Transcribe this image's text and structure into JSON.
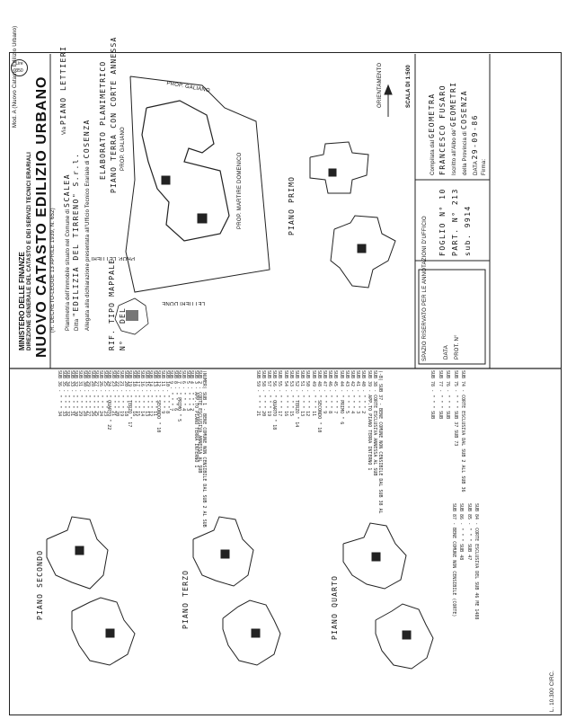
{
  "header": {
    "top_note": "Mod. A (Nuovo Catasto Edilizio Urbano)",
    "lire": "Lire 350",
    "ministry": "MINISTERO DELLE FINANZE",
    "direction": "DIREZIONE GENERALE DEL CATASTO E DEI SERVIZI TECNICI ERARIALI",
    "title": "NUOVO CATASTO EDILIZIO URBANO",
    "law_note": "(R. DECRETO-LEGGE 13 APRILE 1939, N. 652)",
    "via_label": "Via",
    "via_value": "PIANO LETTIERI",
    "plan_label": "Planimetria dell'immobile situato nel Comune di",
    "comune_value": "SCALEA",
    "ditta_label": "Ditta",
    "ditta_value": "\"EDILIZIA DEL TIRRENO\" S.r.l.",
    "allegata_label": "Allegata alla dichiarazione presentata all'Ufficio Tecnico Erariale di",
    "ufficio_value": "COSENZA"
  },
  "rif": {
    "line1": "RIF. TIPO MAPPALE",
    "line2": "N°",
    "line3": "DEL"
  },
  "elaborato": {
    "title": "ELABORATO PLANIMETRICO",
    "subtitle": "PIANO TERRA CON CORTE ANNESSA",
    "prop_galiano": "PROP. GALIANO",
    "prop_galiano_top": "PROP. GALIANO",
    "prop_martire": "PROP. MARTIRE DOMENICO",
    "prop_lettieri": "PROP. LETTIERI",
    "prop_lettieri_bottom": "LETTIERI DONE"
  },
  "orientamento": {
    "label": "ORIENTAMENTO",
    "scale": "SCALA DI 1:500"
  },
  "compilata": {
    "line1_label": "Compilata dal",
    "line1_value": "GEOMETRA",
    "line2_value": "FRANCESCO FUSARO",
    "line3_label": "Iscritto all'Albo de'",
    "line3_value": "GEOMETRI",
    "line4_label": "della Provincia di",
    "line4_value": "COSENZA",
    "line5_label": "DATA",
    "line5_value": "29-09-86",
    "line6_label": "Firma:"
  },
  "ufficio": {
    "title": "SPAZIO RISERVATO PER LE ANNOTAZIONI D'UFFICIO",
    "foglio": "FOGLIO N° 10",
    "part": "PART. N° 213",
    "sub": "sub. 9914",
    "data_label": "DATA",
    "prot_label": "PROT. N°"
  },
  "floors": {
    "primo": "PIANO PRIMO",
    "secondo": "PIANO SECONDO",
    "terzo": "PIANO TERZO",
    "quarto": "PIANO QUARTO"
  },
  "legend": {
    "block1": [
      "(NUMER) SUB 1 - BENE COMUNE NON CENSIBILE DAL SUB 2 AL SUB",
      "SUB 2 - CORTE ESCLUSIVA ANNESSA AL SUB",
      "SUB 3 - APP.TO PIANO TERRA INTERNO 1",
      "SUB 4 -   \"       \"       \"     2",
      "SUB 5 -   \"       \"       \"     3",
      "SUB 6 -   \"       \"       \"     4",
      "SUB 7 -   \"     PRIMO    \"     5",
      "SUB 8 -   \"       \"       \"     6",
      "SUB 9 -   \"       \"       \"     7",
      "SUB 10 -  \"       \"       \"     8",
      "SUB 11 -  \"       \"       \"     9",
      "SUB 12 -  \"     SECONDO  \"     10",
      "SUB 13 -  \"       \"       \"     11",
      "SUB 14 -  \"       \"       \"     12",
      "SUB 15 -  \"       \"       \"     13",
      "SUB 16 -  \"       \"       \"     14",
      "SUB 17 -  \"       \"       \"     15",
      "SUB 18 -  \"       \"       \"     16",
      "SUB 19 -  \"     TERZO    \"     17",
      "SUB 20 -  \"       \"       \"     18",
      "SUB 21 -  \"       \"       \"     19",
      "SUB 22 -  \"       \"       \"     20",
      "SUB 23 -  \"       \"       \"     21",
      "SUB 24 -  \"     QUARTO   \"     22",
      "SUB 25 -  \"       \"       \"     23",
      "SUB 26 -  \"       \"       \"     24",
      "SUB 27 -  \"       \"       \"     25",
      "SUB 28 -  \"       \"       \"     26",
      "SUB 29 -  \"       \"       \"     27",
      "SUB 30 -  \"       \"       \"     28",
      "SUB 31 -  \"       \"       \"     29",
      "SUB 32 -  \"       \"       \"     30",
      "SUB 33 -  \"       \"       \"     31",
      "SUB 34 -  \"       \"       \"     32",
      "SUB 35 -  \"       \"       \"     33",
      "SUB 36 -  \"       \"       \"     34"
    ],
    "block2": [
      "(-B) SUB 37 - BENE COMUNE NON CENSIBILE DAL SUB 38 AL",
      "SUB 38 - CORTE ESCLUSIVA ANNESSA AL SUB",
      "SUB 39 - APP.TO PIANO TERRA INTERNO 1",
      "SUB 40 -  \"       \"       \"     2",
      "SUB 41 -  \"       \"       \"     3",
      "SUB 42 -  \"       \"       \"     4",
      "SUB 43 -  \"       \"       \"     5",
      "SUB 44 -  \"     PRIMO    \"     6",
      "SUB 45 -  \"       \"       \"     7",
      "SUB 46 -  \"       \"       \"     8",
      "SUB 47 -  \"       \"       \"     9",
      "SUB 48 -  \"     SECONDO  \"     10",
      "SUB 49 -  \"       \"       \"     11",
      "SUB 50 -  \"       \"       \"     12",
      "SUB 51 -  \"       \"       \"     13",
      "SUB 52 -  \"     TERZO    \"     14",
      "SUB 53 -  \"       \"       \"     15",
      "SUB 54 -  \"       \"       \"     16",
      "SUB 55 -  \"       \"       \"     17",
      "SUB 56 -  \"     QUARTO   \"     18",
      "SUB 57 -  \"       \"       \"     19",
      "SUB 58 -  \"       \"       \"     20",
      "SUB 59 -  \"       \"       \"     21"
    ],
    "block3": [
      "SUB 74 - CORTE ESCLUSIVA DAL SUB 2 ALL SUB 36",
      "SUB 75 -  \"       \"       \"     SUB 37 SUB 73",
      "SUB 76 -  \"       \"       \"     SUB",
      "SUB 77 -  \"       \"       \"     SUB",
      "SUB 78 -  \"       \"       \"     SUB"
    ],
    "block4": [
      "SUB 84 - CORTE ESCLUSIVA DEL SUB 46 ME 1488",
      "SUB 85 -  \"       \"       \"     SUB 47",
      "SUB 86 -  \"       \"       \"     SUB 48",
      "SUB 87 - BENE COMUNE NON CENSIBILE (CORTE)"
    ]
  },
  "stamp": {
    "text": "L. 10.300 CIRC."
  }
}
